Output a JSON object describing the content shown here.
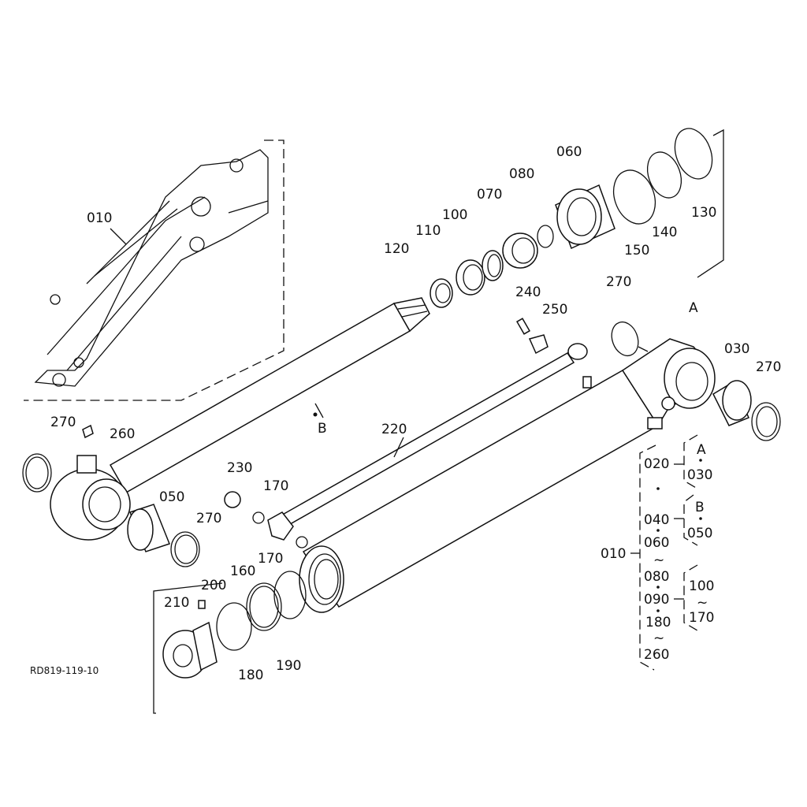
{
  "diagram": {
    "code": "RD819-119-10",
    "callouts": {
      "c010": "010",
      "c060": "060",
      "c080": "080",
      "c070": "070",
      "c100": "100",
      "c110": "110",
      "c120": "120",
      "c150": "150",
      "c140": "140",
      "c130": "130",
      "c270a": "270",
      "c240": "240",
      "c250": "250",
      "cA": "A",
      "c030": "030",
      "c270b": "270",
      "cB": "B",
      "c220": "220",
      "c270c": "270",
      "c260": "260",
      "c230": "230",
      "c170a": "170",
      "c050": "050",
      "c270d": "270",
      "c170b": "170",
      "c160": "160",
      "c200": "200",
      "c210": "210",
      "c190": "190",
      "c180": "180"
    },
    "legend": {
      "assembly": "010",
      "items": [
        "020",
        "040",
        "060",
        "080",
        "090",
        "180",
        "260"
      ],
      "groupA": {
        "label": "A",
        "items": [
          "030"
        ]
      },
      "groupB": {
        "label": "B",
        "items": [
          "050"
        ]
      },
      "groupC": {
        "from": "100",
        "to": "170"
      }
    }
  }
}
